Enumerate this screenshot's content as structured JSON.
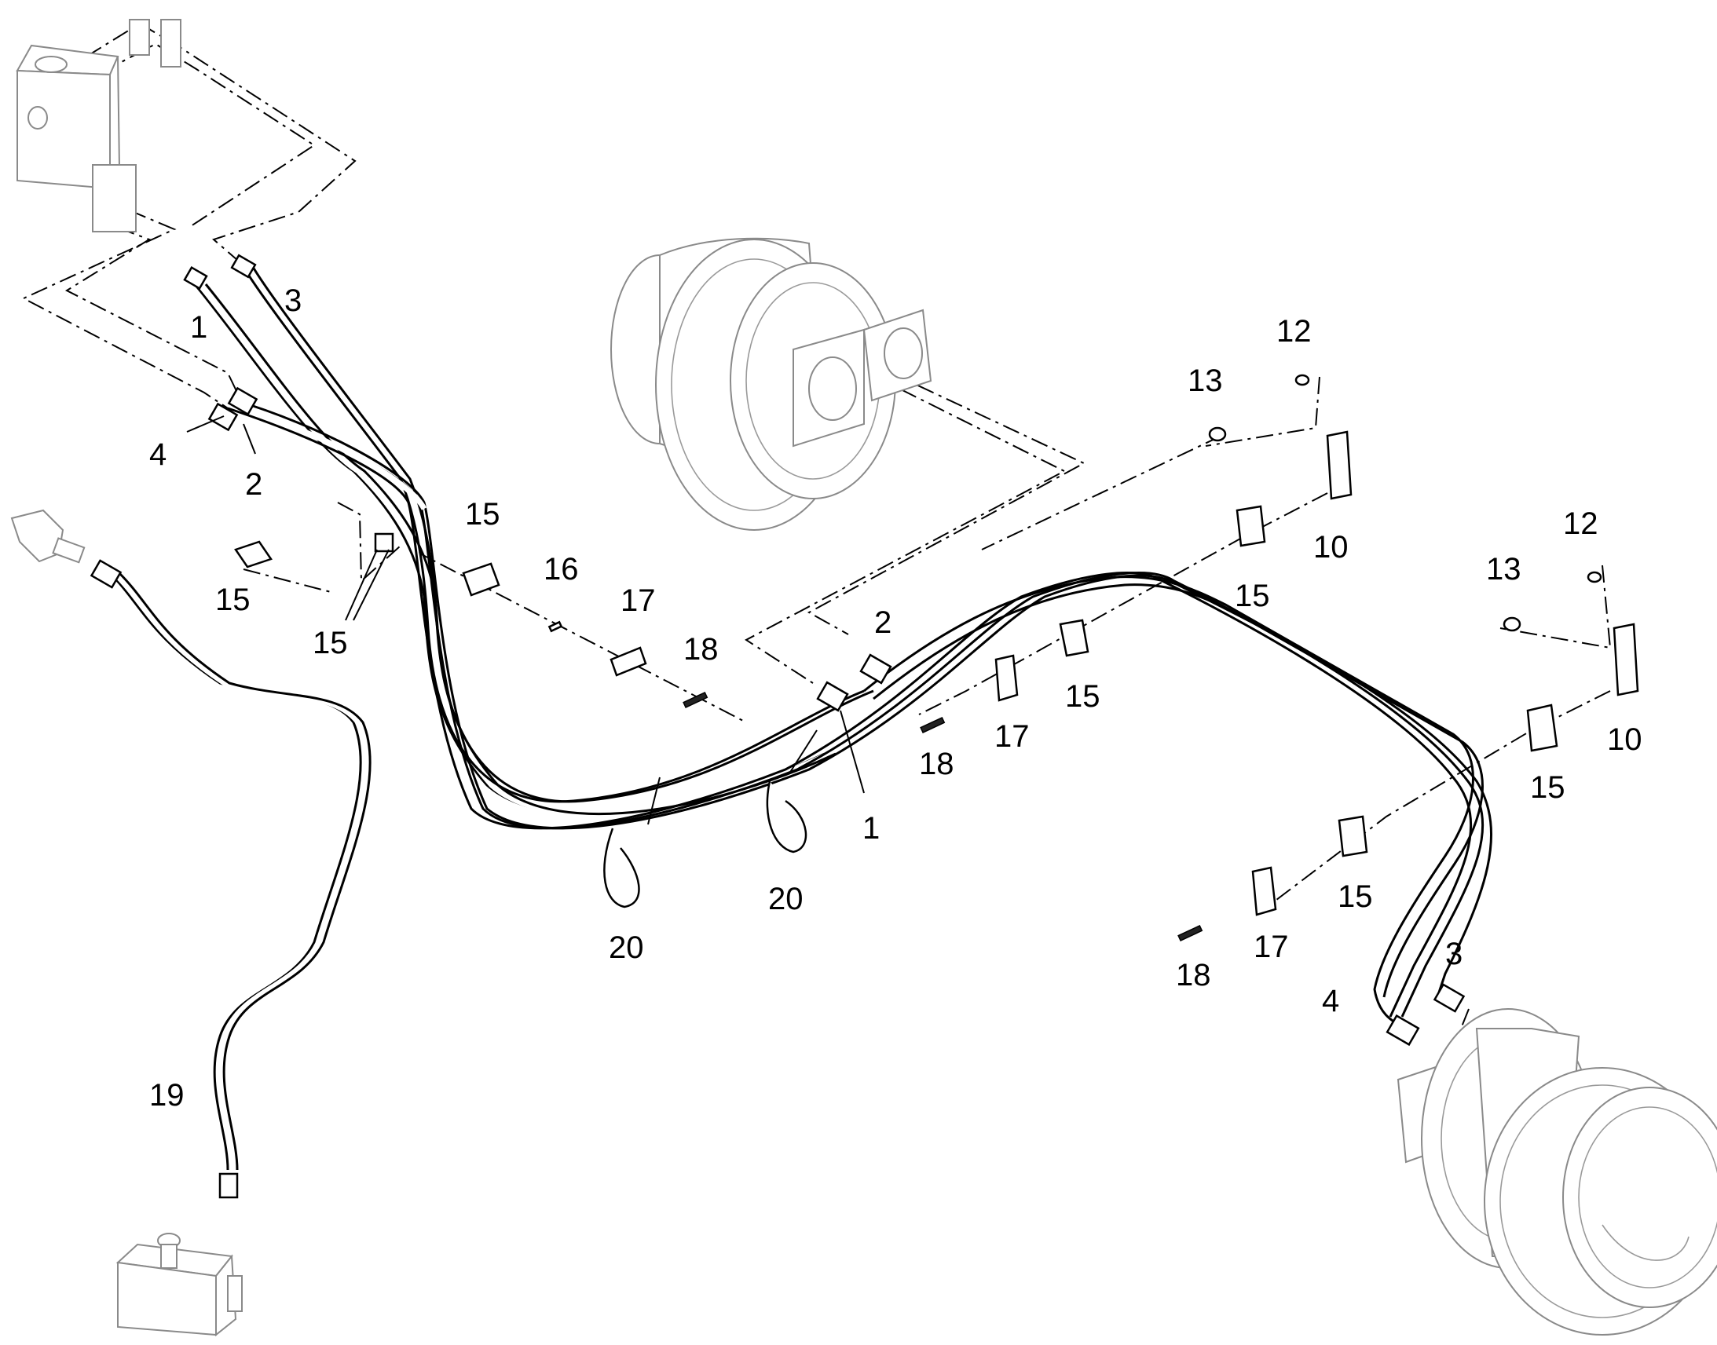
{
  "callouts": {
    "c1a": "1",
    "c1b": "1",
    "c2a": "2",
    "c2b": "2",
    "c3a": "3",
    "c3b": "3",
    "c4a": "4",
    "c4b": "4",
    "c10a": "10",
    "c10b": "10",
    "c12a": "12",
    "c12b": "12",
    "c13a": "13",
    "c13b": "13",
    "c15a": "15",
    "c15b": "15",
    "c15c": "15",
    "c15d": "15",
    "c15e": "15",
    "c15f": "15",
    "c15g": "15",
    "c16": "16",
    "c17a": "17",
    "c17b": "17",
    "c17c": "17",
    "c18a": "18",
    "c18b": "18",
    "c18c": "18",
    "c19": "19",
    "c20a": "20",
    "c20b": "20"
  }
}
